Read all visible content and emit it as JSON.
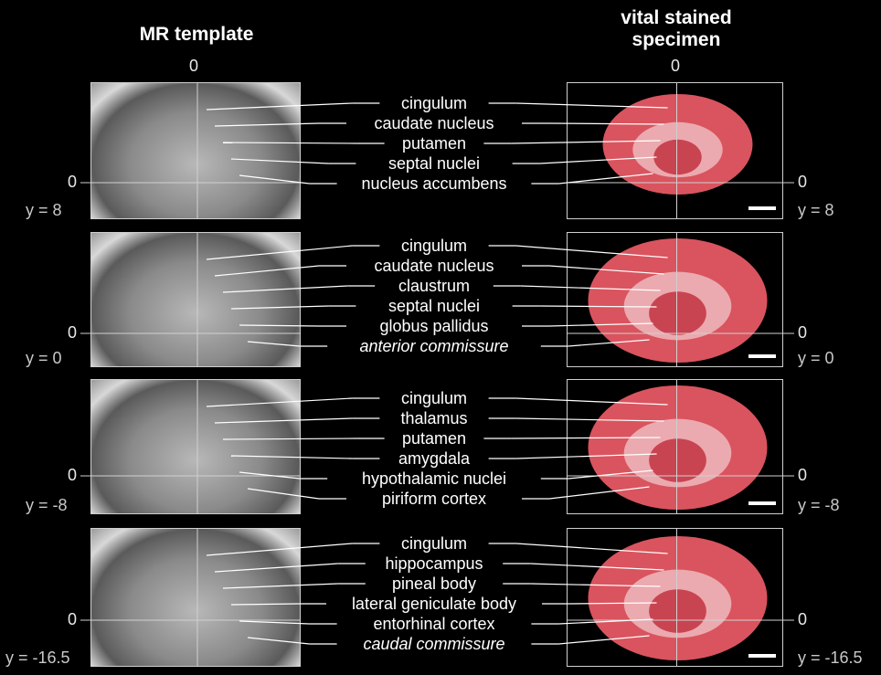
{
  "headers": {
    "left": "MR template",
    "right": "vital stained specimen",
    "zero": "0"
  },
  "rows": [
    {
      "y_label": "y = 8",
      "zero": "0",
      "labels": [
        "cingulum",
        "caudate nucleus",
        "putamen",
        "septal nuclei",
        "nucleus accumbens"
      ],
      "italic": [
        false,
        false,
        false,
        false,
        false
      ]
    },
    {
      "y_label": "y = 0",
      "zero": "0",
      "labels": [
        "cingulum",
        "caudate nucleus",
        "claustrum",
        "septal nuclei",
        "globus pallidus",
        "anterior commissure"
      ],
      "italic": [
        false,
        false,
        false,
        false,
        false,
        true
      ]
    },
    {
      "y_label": "y = -8",
      "zero": "0",
      "labels": [
        "cingulum",
        "thalamus",
        "putamen",
        "amygdala",
        "hypothalamic nuclei",
        "piriform cortex"
      ],
      "italic": [
        false,
        false,
        false,
        false,
        false,
        false
      ]
    },
    {
      "y_label": "y = -16.5",
      "zero": "0",
      "labels": [
        "cingulum",
        "hippocampus",
        "pineal body",
        "lateral geniculate body",
        "entorhinal cortex",
        "caudal commissure"
      ],
      "italic": [
        false,
        false,
        false,
        false,
        false,
        true
      ]
    }
  ]
}
